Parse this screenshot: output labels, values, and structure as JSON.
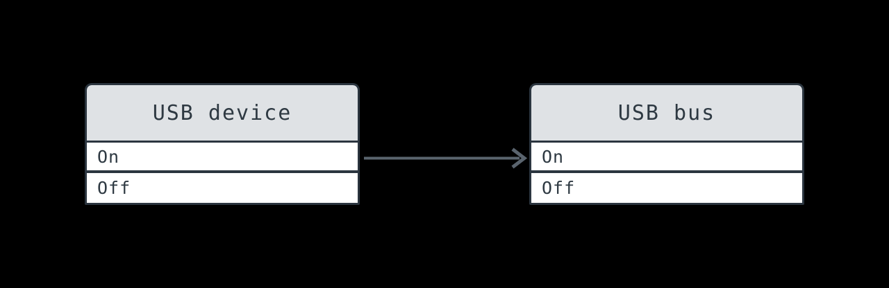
{
  "diagram": {
    "type": "state-table-diagram",
    "nodes": [
      {
        "id": "usb-device",
        "title": "USB device",
        "rows": [
          "On",
          "Off"
        ]
      },
      {
        "id": "usb-bus",
        "title": "USB bus",
        "rows": [
          "On",
          "Off"
        ]
      }
    ],
    "edges": [
      {
        "from": "usb-device",
        "to": "usb-bus",
        "style": "open-arrow",
        "direction": "right"
      }
    ]
  },
  "colors": {
    "background": "#000000",
    "node_border": "#2b353f",
    "header_fill": "#dfe2e5",
    "row_fill": "#ffffff",
    "text": "#2e3942",
    "arrow": "#5a646e"
  }
}
